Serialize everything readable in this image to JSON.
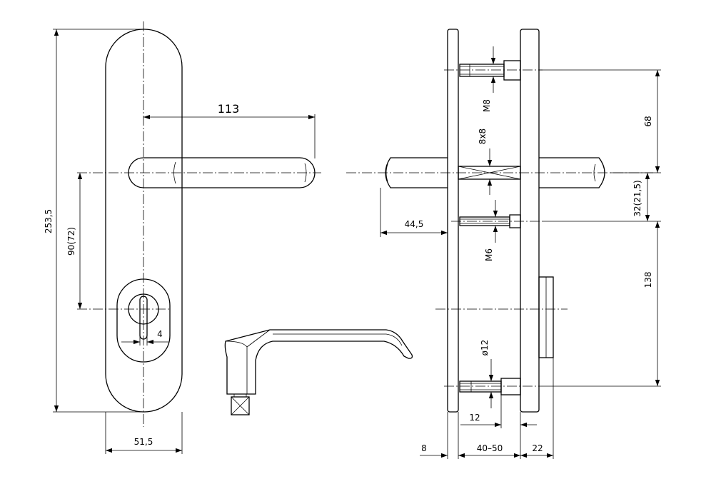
{
  "dimensions": {
    "lever_length": "113",
    "plate_height": "253,5",
    "handle_to_key": "90(72)",
    "key_slot": "4",
    "plate_width": "51,5",
    "top_screw_spacing": "68",
    "square_spindle": "8x8",
    "top_screw_thread": "M8",
    "spindle_offset": "32(21,5)",
    "lever_projection": "44,5",
    "middle_screw_thread": "M6",
    "bottom_screw_spacing": "138",
    "bush_diameter": "ø12",
    "bush_length": "12",
    "plate_thickness": "8",
    "door_thickness": "40–50",
    "rear_plate_thickness": "22"
  }
}
